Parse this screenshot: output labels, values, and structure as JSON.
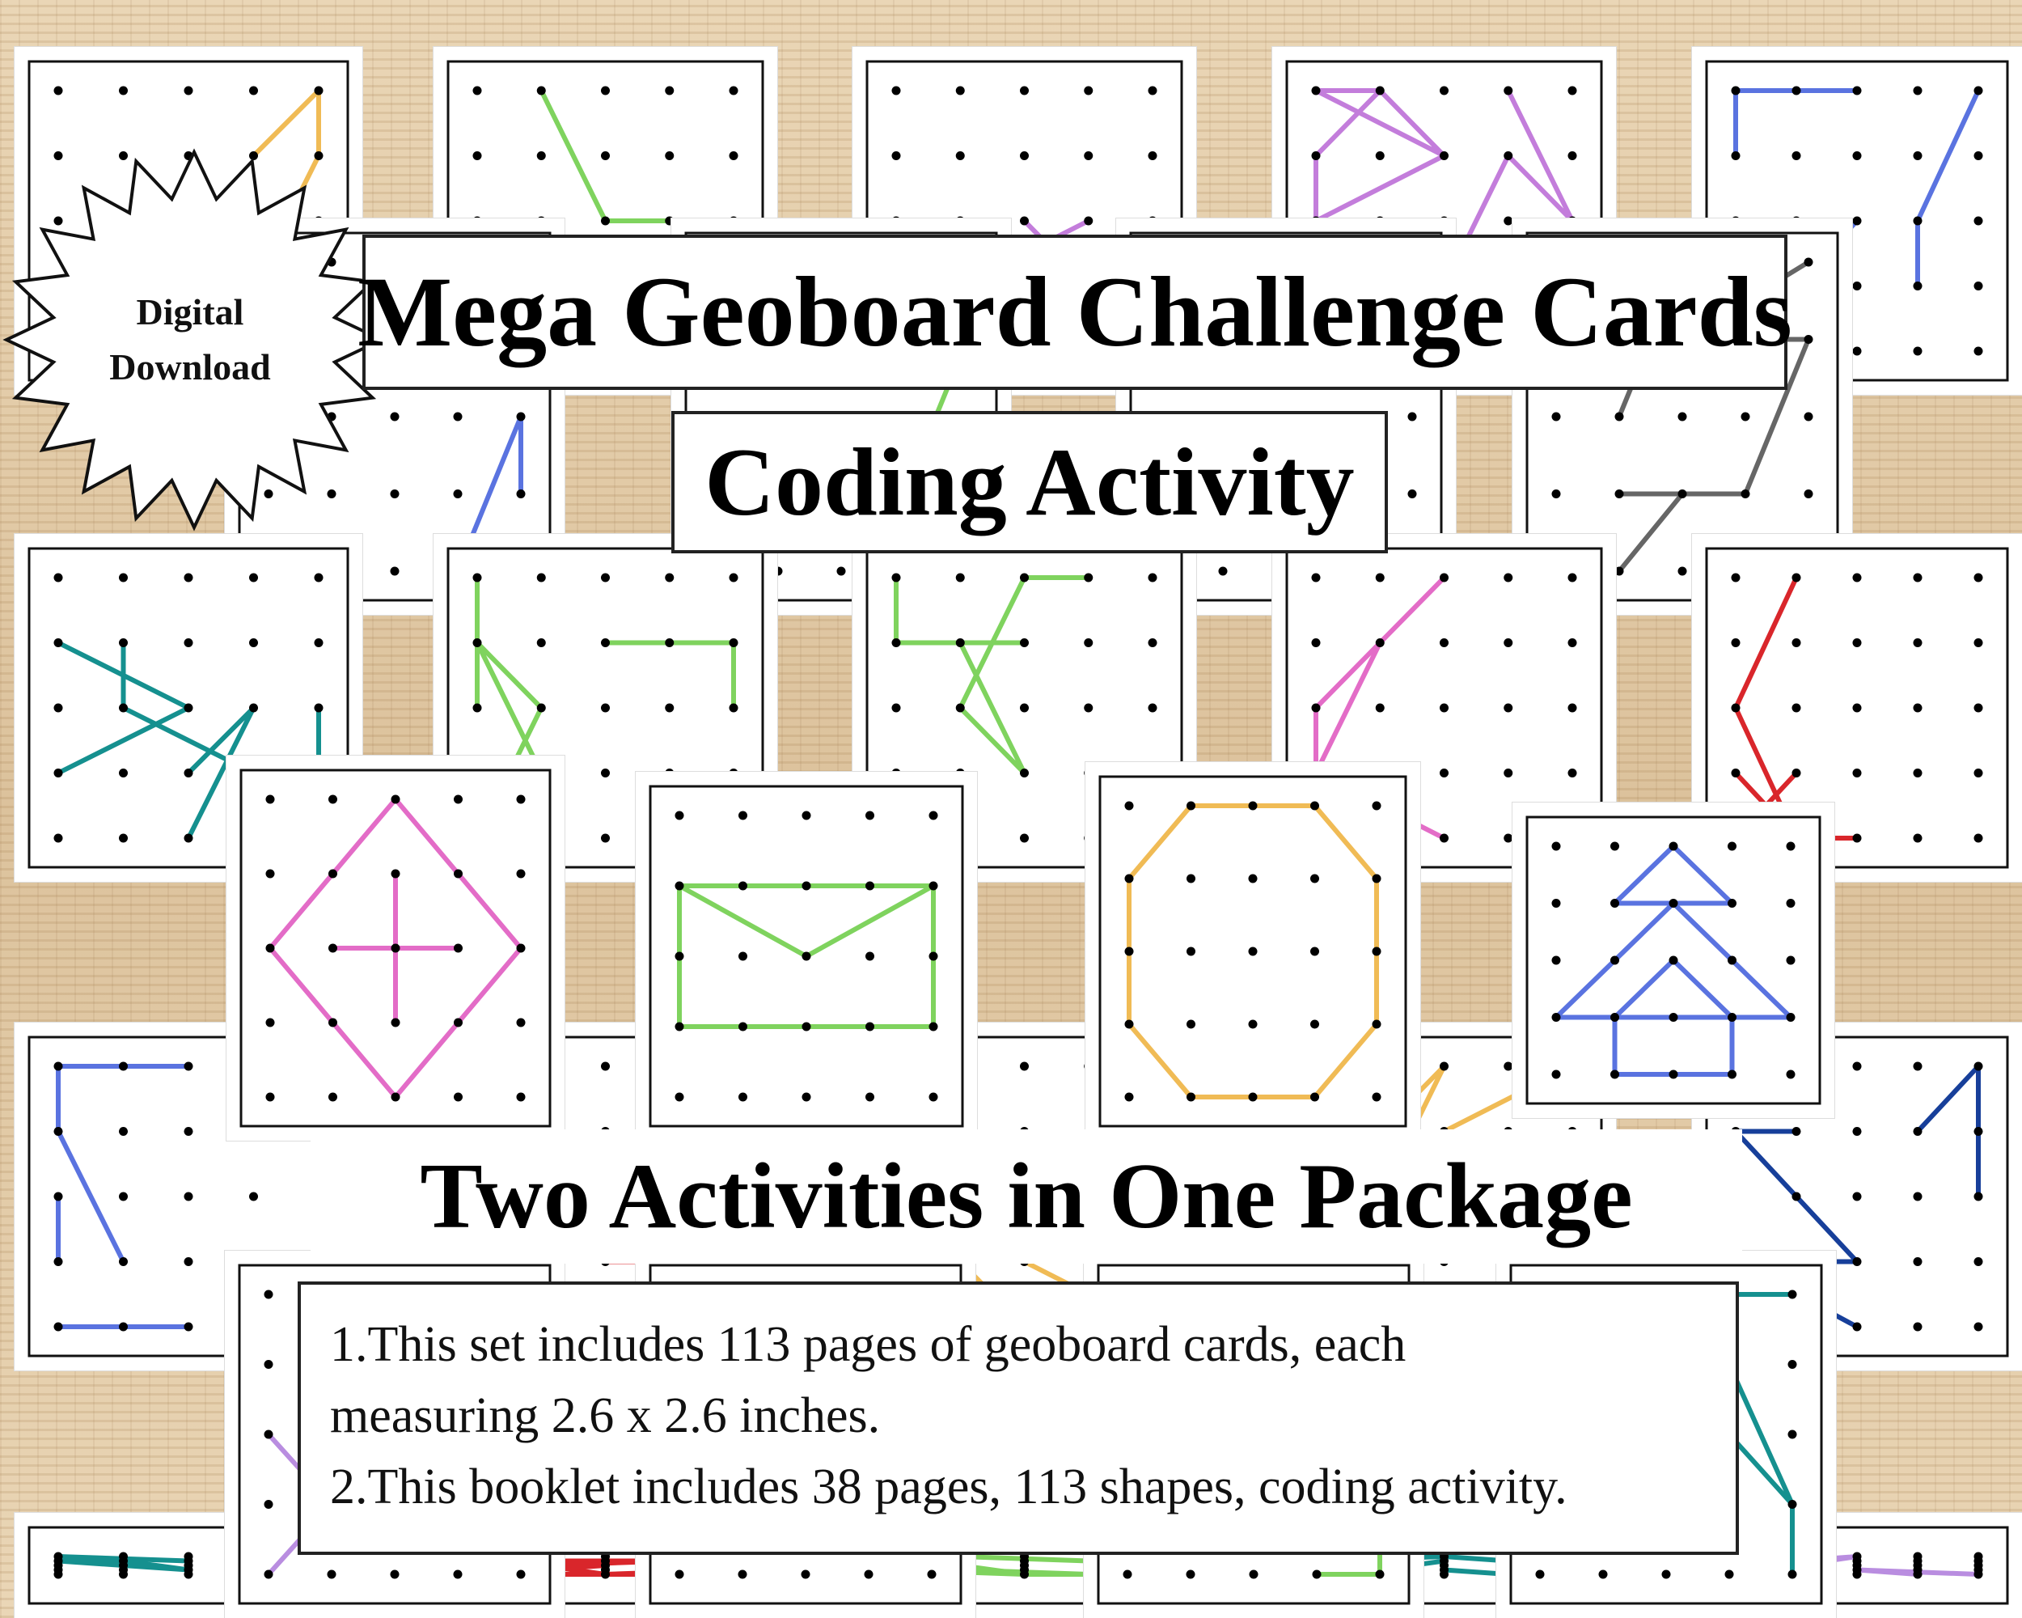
{
  "badge": {
    "line1": "Digital",
    "line2": "Download"
  },
  "title": "Mega Geoboard Challenge Cards",
  "subtitle": "Coding Activity",
  "tagline": "Two Activities in One Package",
  "description": {
    "line1": "1.This set includes 113 pages of geoboard cards, each",
    "line2": "measuring 2.6 x 2.6 inches.",
    "line3": "2.This booklet includes 38 pages, 113 shapes, coding activity."
  },
  "colors": {
    "orange": "#f0bb55",
    "green": "#7fd35e",
    "purple": "#c37ddb",
    "violet": "#b98de0",
    "blue": "#5a73e0",
    "navy": "#173f9a",
    "teal": "#15908f",
    "red": "#d9262b",
    "pink": "#e36cc7",
    "gray": "#666666",
    "dot": "#000000"
  }
}
